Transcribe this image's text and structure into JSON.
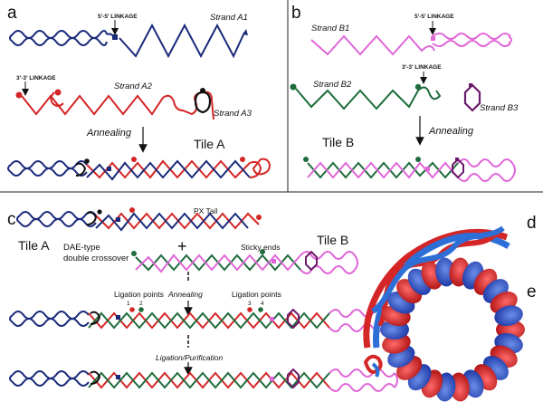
{
  "colors": {
    "strand_a1": "#1a2a7a",
    "strand_a2": "#d42626",
    "strand_a3": "#111111",
    "strand_b1": "#e066d8",
    "strand_b2": "#1e6b3c",
    "strand_b3": "#6b1a6b",
    "divider": "#222222"
  },
  "panels": {
    "a": {
      "letter": "a",
      "linkage_55": "5'-5' LINKAGE",
      "strand_a1": "Strand A1",
      "linkage_33": "3'-3' LINKAGE",
      "strand_a2": "Strand A2",
      "strand_a3": "Strand A3",
      "annealing": "Annealing",
      "tile": "Tile A"
    },
    "b": {
      "letter": "b",
      "strand_b1": "Strand B1",
      "linkage_55": "5'-5' LINKAGE",
      "strand_b2": "Strand B2",
      "linkage_33": "3'-3' LINKAGE",
      "strand_b3": "Strand B3",
      "annealing": "Annealing",
      "tile": "Tile B"
    },
    "c": {
      "letter": "c",
      "px_tail": "PX Tail",
      "tile_a": "Tile A",
      "dae_line1": "DAE-type",
      "dae_line2": "double crossover",
      "plus": "+",
      "sticky_ends": "Sticky ends",
      "tile_b": "Tile B",
      "ligation_points_left": "Ligation points",
      "lp1": "1",
      "lp2": "2",
      "annealing": "Annealing",
      "ligation_points_right": "Ligation points",
      "lp3": "3",
      "lp4": "4",
      "ligation_purification": "Ligation/Purification"
    },
    "d": {
      "letter": "d"
    },
    "e": {
      "letter": "e"
    }
  }
}
